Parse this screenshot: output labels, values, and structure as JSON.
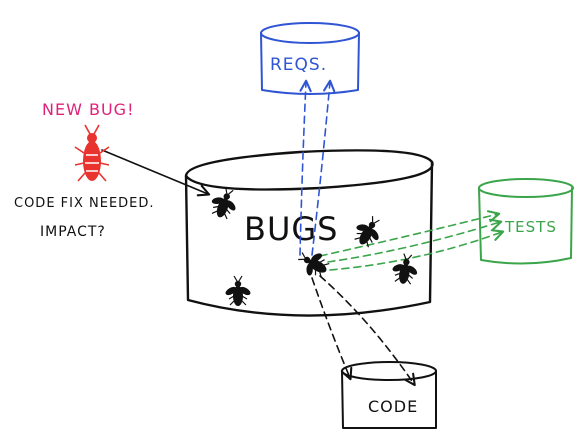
{
  "labels": {
    "new_bug": "NEW BUG!",
    "code_fix": "CODE FIX NEEDED.",
    "impact": "IMPACT?",
    "bugs": "BUGS",
    "reqs": "REQS.",
    "tests": "TESTS",
    "code": "CODE"
  },
  "colors": {
    "ink": "#111111",
    "reqs": "#2f55d4",
    "tests": "#3aa54a",
    "new_bug_text": "#e0227a",
    "new_bug_fill": "#e8332f"
  },
  "icons": [
    "bug-icon",
    "new-bug-icon"
  ]
}
